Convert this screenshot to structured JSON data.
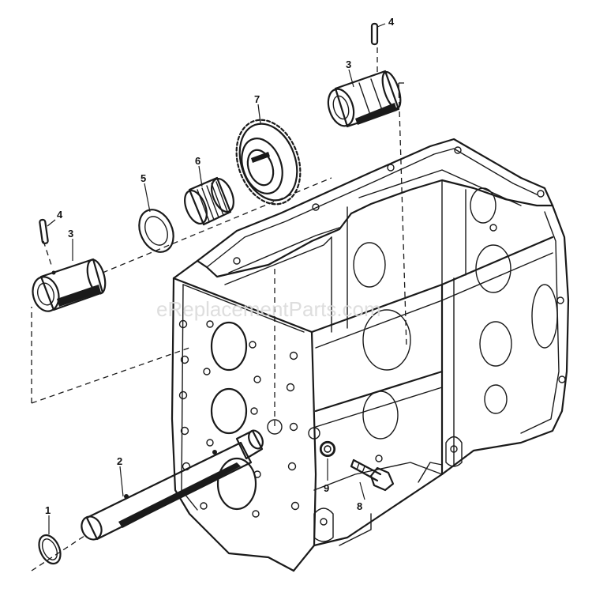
{
  "watermark": "eReplacementParts.com",
  "callouts": {
    "c1": "1",
    "c2": "2",
    "c3a": "3",
    "c3b": "3",
    "c4a": "4",
    "c4b": "4",
    "c5": "5",
    "c6": "6",
    "c7": "7",
    "c8": "8",
    "c9": "9"
  },
  "colors": {
    "ink": "#1a1a1a",
    "watermark": "#d8d8d8",
    "background": "#ffffff"
  }
}
